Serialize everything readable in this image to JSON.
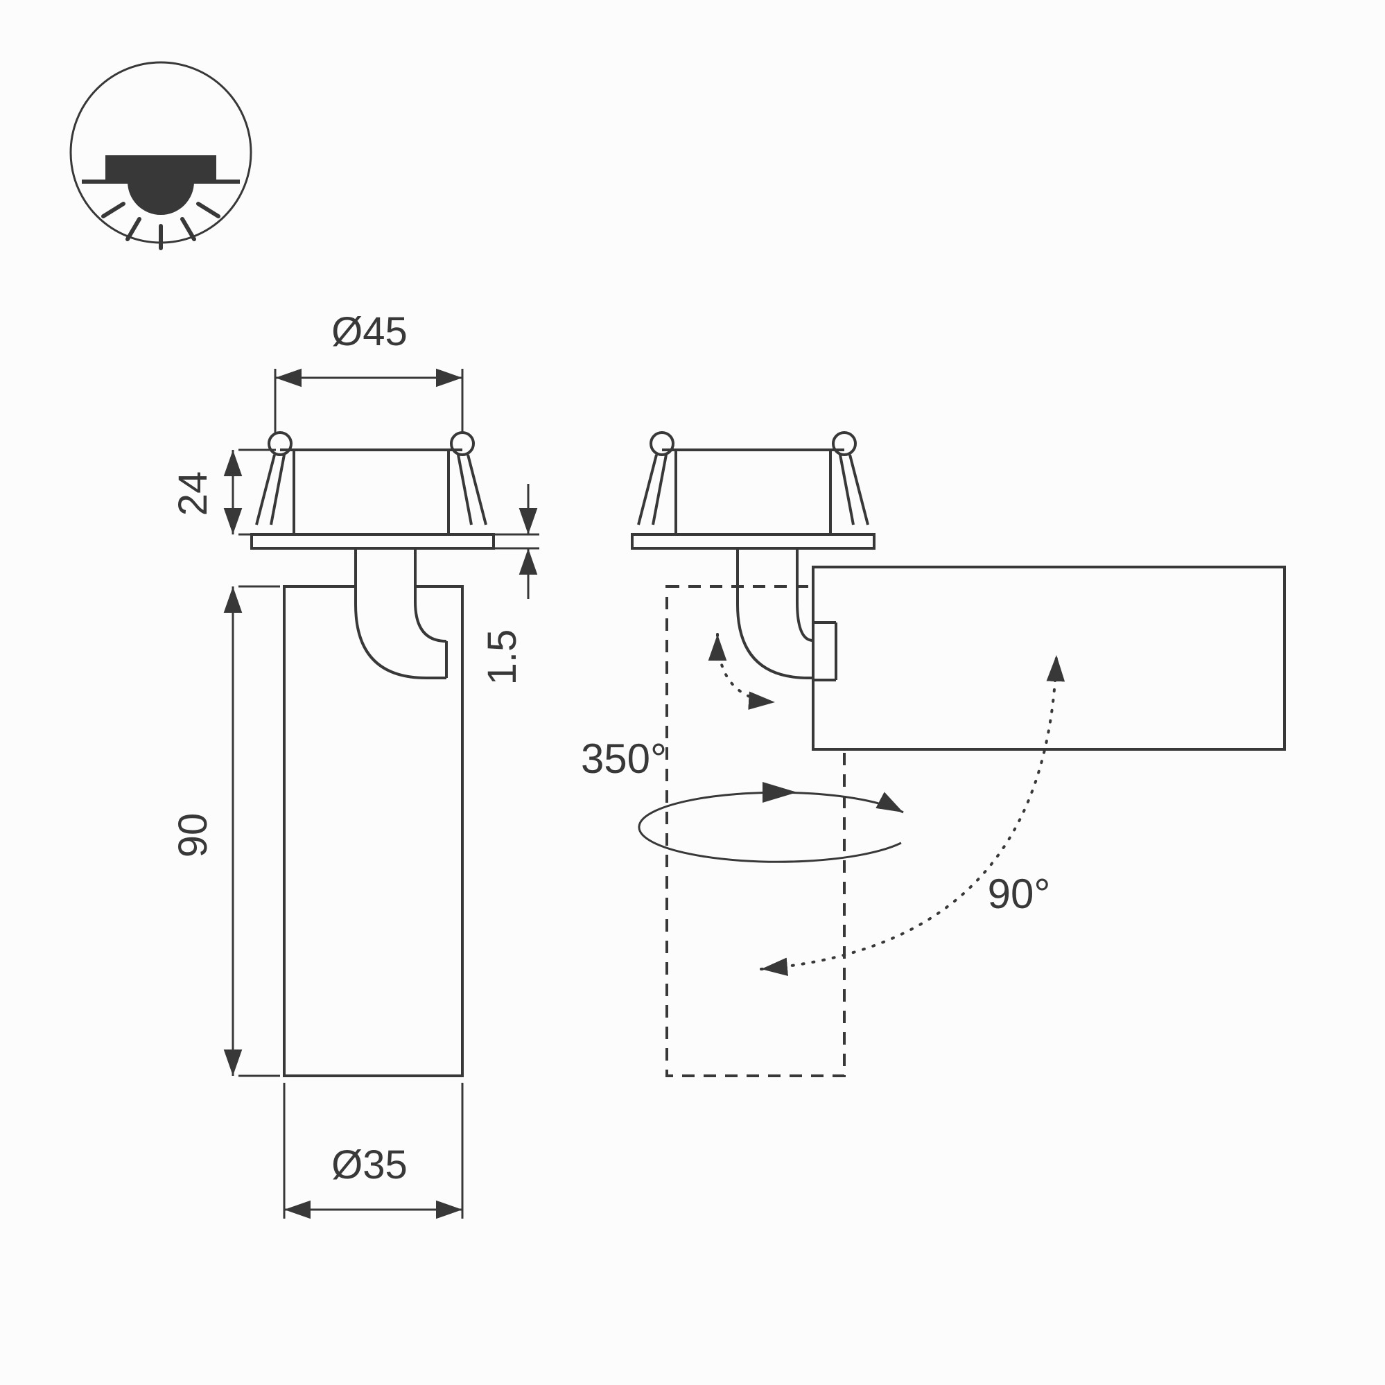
{
  "icon": {
    "name": "recessed-downlight-mounting-icon"
  },
  "front_view": {
    "dim_top_diameter": "Ø45",
    "dim_recess_height": "24",
    "dim_flange_thickness": "1.5",
    "dim_body_height": "90",
    "dim_body_diameter": "Ø35"
  },
  "rotation_view": {
    "swivel_angle": "350°",
    "tilt_angle": "90°"
  },
  "colors": {
    "line": "#383838",
    "background": "#fcfcfc"
  }
}
